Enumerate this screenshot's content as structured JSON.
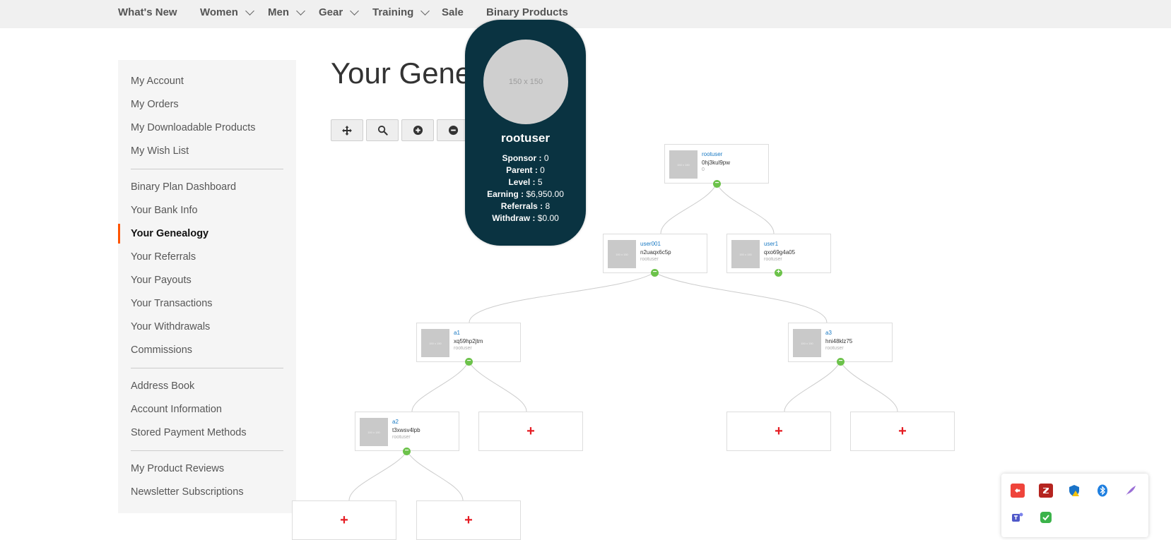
{
  "nav": {
    "items": [
      {
        "label": "What's New",
        "dropdown": false
      },
      {
        "label": "Women",
        "dropdown": true
      },
      {
        "label": "Men",
        "dropdown": true
      },
      {
        "label": "Gear",
        "dropdown": true
      },
      {
        "label": "Training",
        "dropdown": true
      },
      {
        "label": "Sale",
        "dropdown": false
      },
      {
        "label": "Binary Products",
        "dropdown": false
      }
    ]
  },
  "sidebar": {
    "items": [
      "My Account",
      "My Orders",
      "My Downloadable Products",
      "My Wish List",
      "Binary Plan Dashboard",
      "Your Bank Info",
      "Your Genealogy",
      "Your Referrals",
      "Your Payouts",
      "Your Transactions",
      "Your Withdrawals",
      "Commissions",
      "Address Book",
      "Account Information",
      "Stored Payment Methods",
      "My Product Reviews",
      "Newsletter Subscriptions"
    ],
    "active": "Your Genealogy"
  },
  "page": {
    "title_visible": "Your Gene"
  },
  "toolbar": {
    "icons": [
      "move-icon",
      "search-icon",
      "zoom-in-icon",
      "zoom-out-icon"
    ]
  },
  "popup": {
    "avatar_placeholder": "150 x 150",
    "name": "rootuser",
    "stats": [
      {
        "label": "Sponsor :",
        "value": "0"
      },
      {
        "label": "Parent :",
        "value": "0"
      },
      {
        "label": "Level :",
        "value": "5"
      },
      {
        "label": "Earning :",
        "value": "$6,950.00"
      },
      {
        "label": "Referrals :",
        "value": "8"
      },
      {
        "label": "Withdraw :",
        "value": "$0.00"
      }
    ]
  },
  "tree": {
    "thumb_text": "150 x 150",
    "nodes": [
      {
        "name": "rootuser",
        "code": "0hj3kul9pw",
        "sponsor": "0",
        "toggle": "−"
      },
      {
        "name": "user001",
        "code": "n2uaqx6c5p",
        "sponsor": "rootuser",
        "toggle": "−"
      },
      {
        "name": "user1",
        "code": "qxo69g4a05",
        "sponsor": "rootuser",
        "toggle": "+"
      },
      {
        "name": "a1",
        "code": "xq59hp2jtm",
        "sponsor": "rootuser",
        "toggle": "−"
      },
      {
        "name": "a3",
        "code": "hni48klz75",
        "sponsor": "rootuser",
        "toggle": "−"
      },
      {
        "name": "a2",
        "code": "t3xwsv4lpb",
        "sponsor": "rootuser",
        "toggle": "−"
      }
    ],
    "empty_symbol": "+"
  },
  "tray": {
    "icons": [
      "anydesk-icon",
      "filezilla-icon",
      "security-warning-icon",
      "bluetooth-icon",
      "feather-icon",
      "teams-icon",
      "shield-check-icon"
    ]
  }
}
